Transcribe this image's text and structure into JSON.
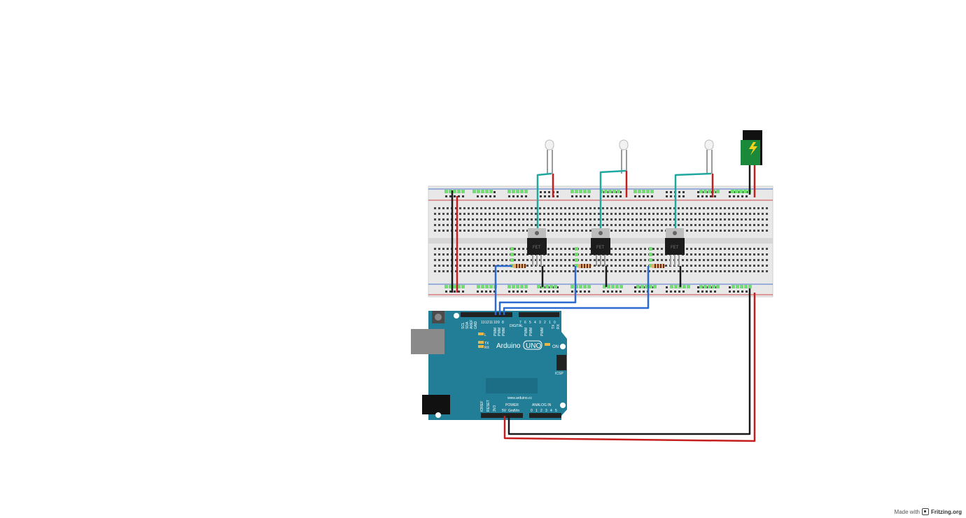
{
  "arduino": {
    "brand": "Arduino",
    "model": "UNO",
    "url": "www.arduino.cc",
    "label_digital": "DIGITAL",
    "label_power": "POWER",
    "label_analog": "ANALOG IN",
    "label_icsp": "ICSP",
    "label_on": "ON",
    "label_l": "L",
    "label_tx": "TX",
    "label_rx": "RX",
    "label_aref": "AREF",
    "label_gnd": "GND",
    "label_sda": "SDA",
    "label_scl": "SCL",
    "label_pwm": "PWM",
    "digital_pins_high": [
      "13",
      "12",
      "11",
      "10",
      "9",
      "8"
    ],
    "digital_pins_low": [
      "7",
      "6",
      "5",
      "4",
      "3",
      "2",
      "1",
      "0"
    ],
    "tx_pin": "TX",
    "rx_pin": "RX",
    "power_pins": [
      "IOREF",
      "RESET",
      "3V3",
      "5V",
      "Gnd",
      "Vin"
    ],
    "analog_pins": [
      "0",
      "1",
      "2",
      "3",
      "4",
      "5"
    ]
  },
  "components": {
    "leds": 3,
    "mosfets": 3,
    "resistors": 3,
    "mosfet_marking": "FET"
  },
  "colors": {
    "wire_teal": "#1fa7a0",
    "wire_blue": "#2a6ad1",
    "wire_red": "#c41e1e",
    "wire_black": "#1a1a1a",
    "board_blue": "#217e96",
    "jack_green": "#1a8a3a"
  },
  "footer": {
    "made_with": "Made with",
    "brand": "Fritzing.org"
  }
}
